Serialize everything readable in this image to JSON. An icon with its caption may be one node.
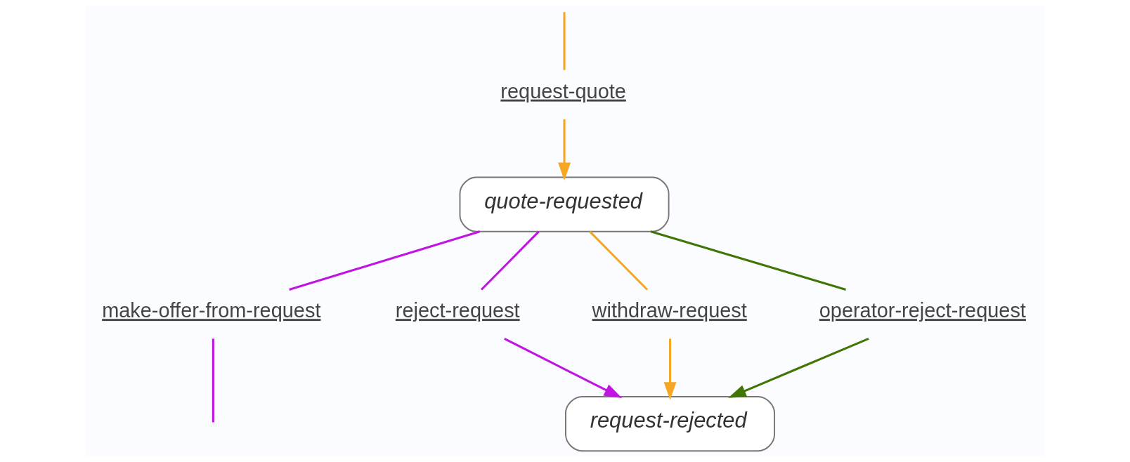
{
  "diagram": {
    "nodes": [
      {
        "text": [
          "request-quote"
        ]
      },
      {
        "text": [
          "quote-requested"
        ]
      },
      {
        "text": [
          "make-offer-from-request"
        ]
      },
      {
        "text": [
          "reject-request"
        ]
      },
      {
        "text": [
          "withdraw-request"
        ]
      },
      {
        "text": [
          "operator-reject-request"
        ]
      },
      {
        "text": [
          "request-rejected"
        ]
      }
    ],
    "edges": [
      {
        "from": null,
        "to": 0,
        "arrow": "none",
        "color": "#f5a623"
      },
      {
        "from": 0,
        "to": 1,
        "arrow": "to",
        "color": "#f5a623"
      },
      {
        "from": 1,
        "to": 2,
        "arrow": "none",
        "color": "#c015e0"
      },
      {
        "from": 2,
        "to": null,
        "arrow": "none",
        "color": "#c015e0"
      },
      {
        "from": 1,
        "to": 3,
        "arrow": "none",
        "color": "#c015e0"
      },
      {
        "from": 3,
        "to": 6,
        "arrow": "to",
        "color": "#c015e0"
      },
      {
        "from": 1,
        "to": 4,
        "arrow": "none",
        "color": "#f5a623"
      },
      {
        "from": 4,
        "to": 6,
        "arrow": "to",
        "color": "#f5a623"
      },
      {
        "from": 1,
        "to": 5,
        "arrow": "none",
        "color": "#417505"
      },
      {
        "from": 5,
        "to": 6,
        "arrow": "to",
        "color": "#417505"
      }
    ]
  }
}
